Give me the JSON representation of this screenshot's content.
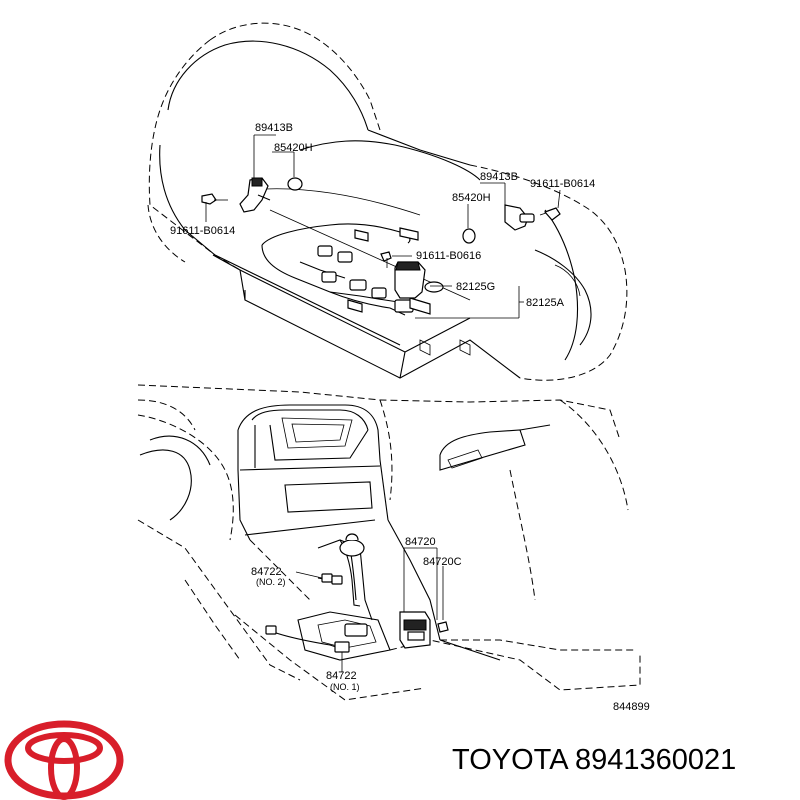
{
  "callouts": {
    "sensor_upper_left": "89413B",
    "oring_upper_left": "85420H",
    "bolt_left": "91611-B0614",
    "sensor_right": "89413B",
    "oring_right": "85420H",
    "bolt_right": "91611-B0614",
    "bolt_center": "91611-B0616",
    "connector_g": "82125G",
    "connector_a": "82125A",
    "switch": "84720",
    "switch_c": "84720C",
    "harness_2": "84722",
    "harness_2_note": "(NO. 2)",
    "harness_1": "84722",
    "harness_1_note": "(NO. 1)",
    "figure_number": "844899"
  },
  "caption": {
    "brand": "TOYOTA",
    "part_number": "8941360021"
  },
  "colors": {
    "logo": "#d81e2a",
    "ink": "#000000"
  },
  "logo_icon": "toyota-logo-icon"
}
